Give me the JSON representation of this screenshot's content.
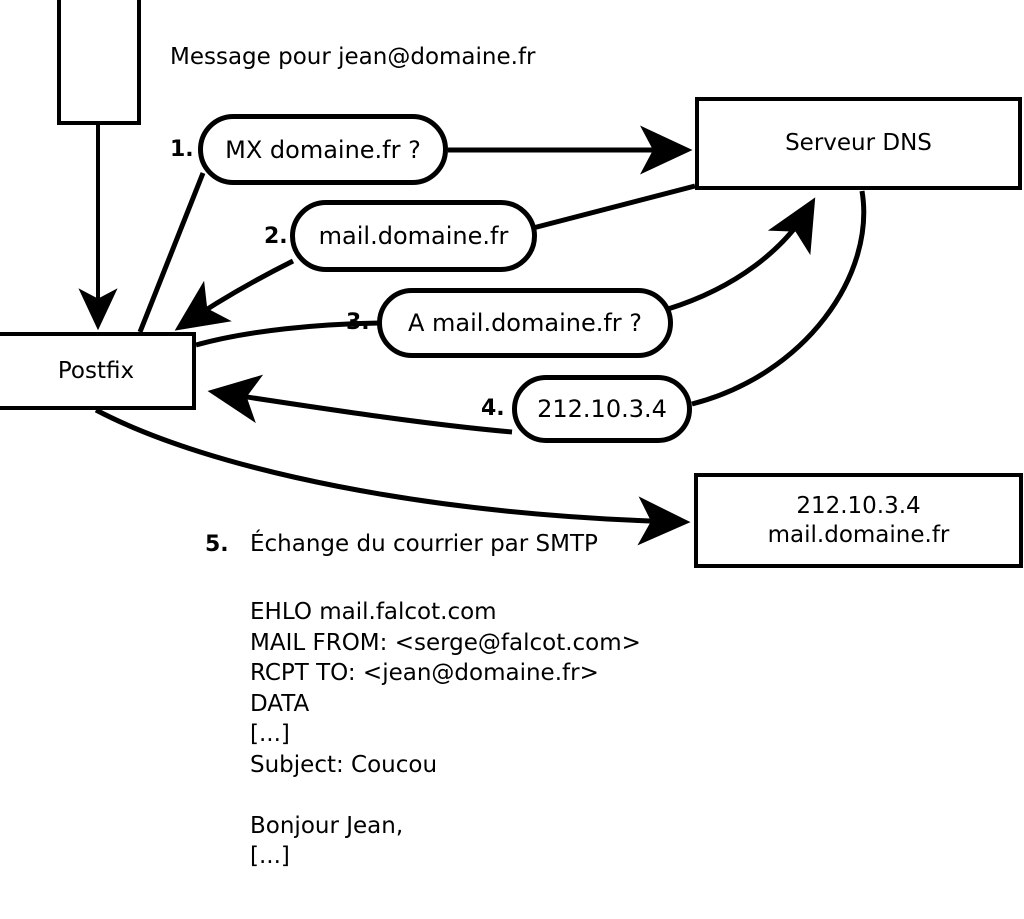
{
  "diagram": {
    "title_text": "Message pour jean@domaine.fr",
    "nodes": {
      "client": {
        "label": ""
      },
      "postfix": {
        "label": "Postfix"
      },
      "dns": {
        "label": "Serveur DNS"
      },
      "mailserver": {
        "line1": "212.10.3.4",
        "line2": "mail.domaine.fr"
      }
    },
    "steps": [
      {
        "number": "1.",
        "text": "MX domaine.fr ?"
      },
      {
        "number": "2.",
        "text": "mail.domaine.fr"
      },
      {
        "number": "3.",
        "text": "A mail.domaine.fr ?"
      },
      {
        "number": "4.",
        "text": "212.10.3.4"
      },
      {
        "number": "5.",
        "text": "Échange du courrier par SMTP"
      }
    ],
    "smtp_transcript": "EHLO mail.falcot.com\nMAIL FROM: <serge@falcot.com>\nRCPT TO: <jean@domaine.fr>\nDATA\n[...]\nSubject: Coucou\n\nBonjour Jean,\n[...]\n\n."
  },
  "colors": {
    "stroke": "#000000",
    "background": "#ffffff",
    "text": "#000000"
  }
}
